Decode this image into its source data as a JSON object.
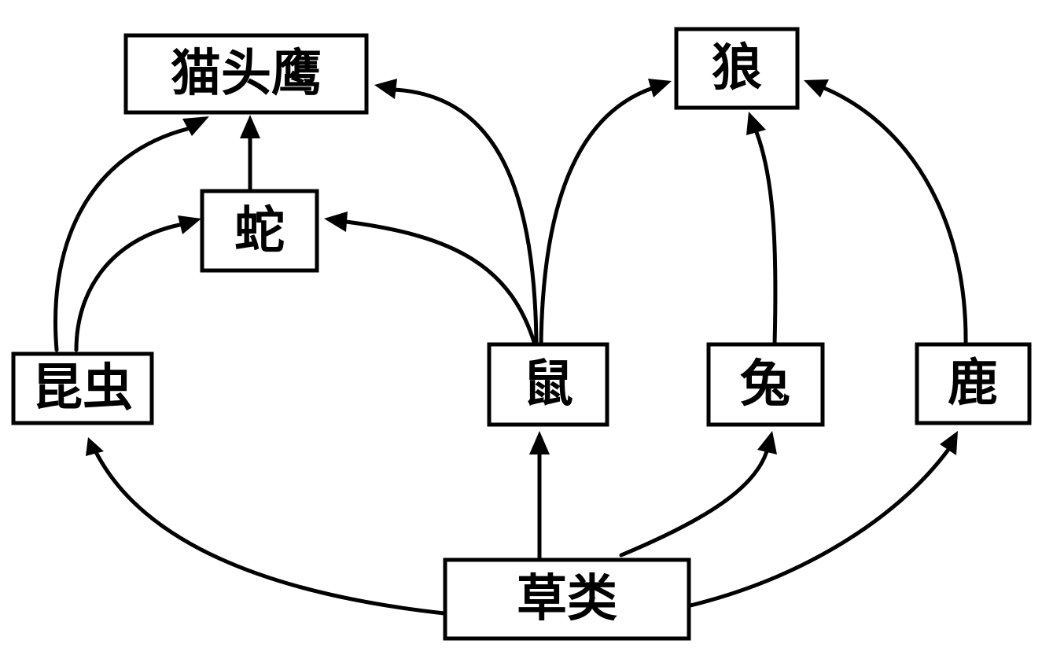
{
  "diagram": {
    "type": "food-web",
    "colors": {
      "stroke": "#000000",
      "fill": "#ffffff",
      "text": "#000000"
    },
    "nodes": [
      {
        "id": "owl",
        "label": "猫头鹰"
      },
      {
        "id": "wolf",
        "label": "狼"
      },
      {
        "id": "snake",
        "label": "蛇"
      },
      {
        "id": "insect",
        "label": "昆虫"
      },
      {
        "id": "mouse",
        "label": "鼠"
      },
      {
        "id": "rabbit",
        "label": "兔"
      },
      {
        "id": "deer",
        "label": "鹿"
      },
      {
        "id": "grass",
        "label": "草类"
      }
    ],
    "edges": [
      {
        "from": "grass",
        "to": "insect"
      },
      {
        "from": "grass",
        "to": "mouse"
      },
      {
        "from": "grass",
        "to": "rabbit"
      },
      {
        "from": "grass",
        "to": "deer"
      },
      {
        "from": "insect",
        "to": "owl"
      },
      {
        "from": "insect",
        "to": "snake"
      },
      {
        "from": "snake",
        "to": "owl"
      },
      {
        "from": "mouse",
        "to": "owl"
      },
      {
        "from": "mouse",
        "to": "snake"
      },
      {
        "from": "mouse",
        "to": "wolf"
      },
      {
        "from": "rabbit",
        "to": "wolf"
      },
      {
        "from": "deer",
        "to": "wolf"
      }
    ]
  }
}
